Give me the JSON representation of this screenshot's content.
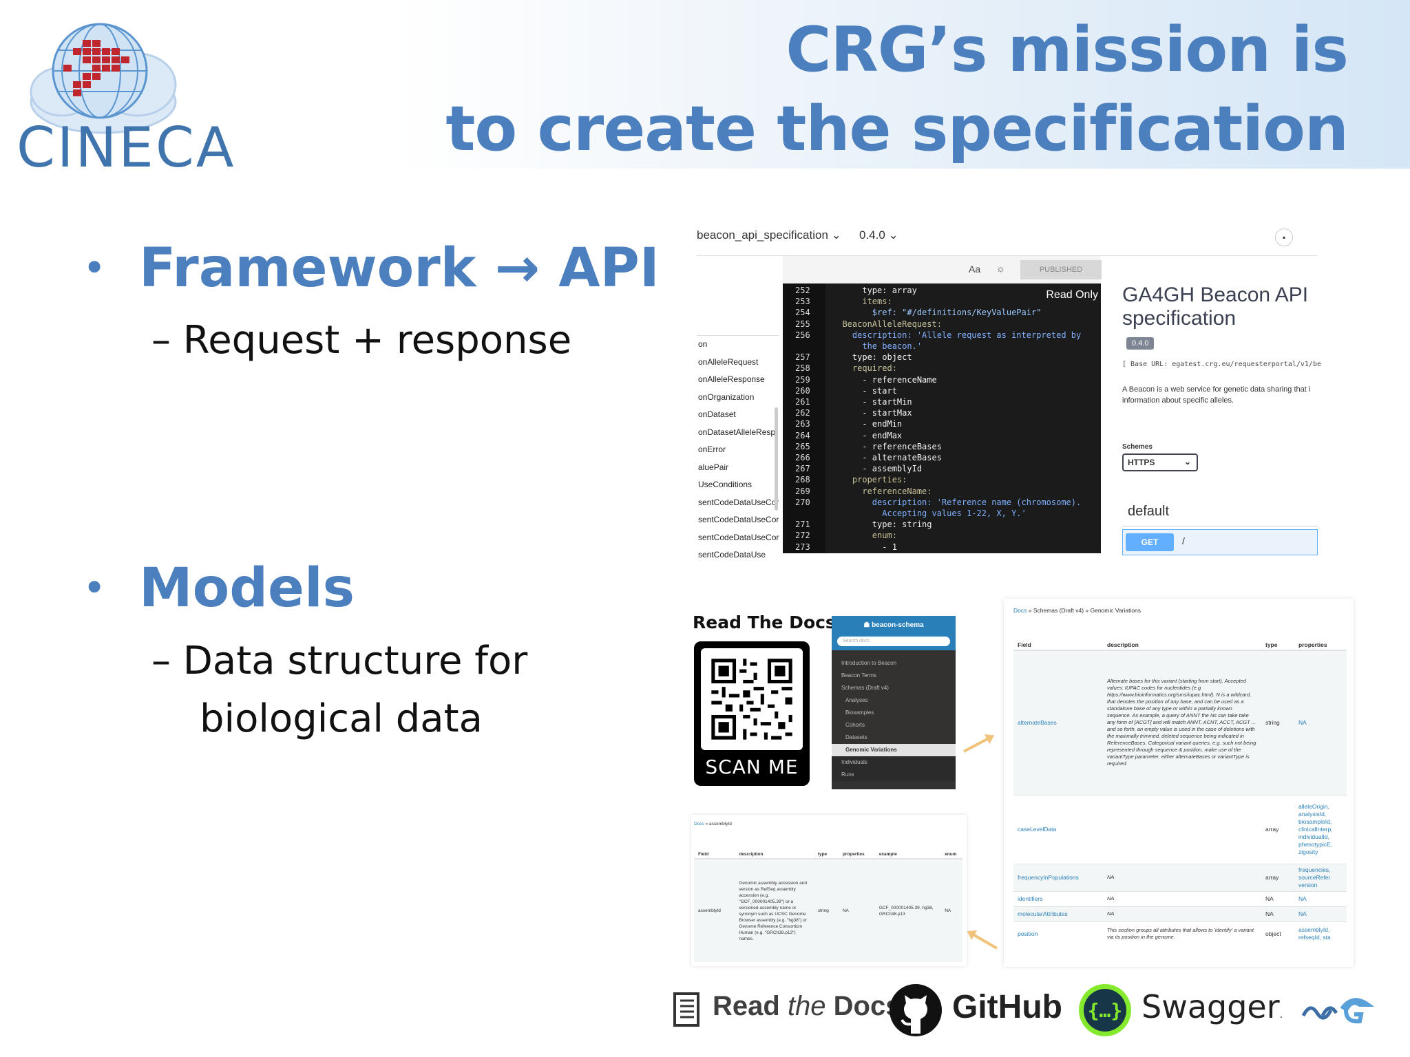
{
  "header": {
    "logo_text": "CINECA",
    "title_line_1": "CRG’s mission is",
    "title_line_2": "to create the specification"
  },
  "bullets": [
    {
      "main": "Framework → API",
      "sub": [
        "– Request + response"
      ]
    },
    {
      "main": "Models",
      "sub": [
        "– Data structure for",
        "biological data"
      ]
    }
  ],
  "swagger": {
    "spec_name": "beacon_api_specification ⌄",
    "version_select": "0.4.0 ⌄",
    "toolbar_font": "Aa",
    "toolbar_theme": "☼",
    "status": "PUBLISHED",
    "read_only": "Read Only",
    "left_list": [
      "on",
      "onAlleleRequest",
      "onAlleleResponse",
      "onOrganization",
      "onDataset",
      "onDatasetAlleleResp",
      "onError",
      "aluePair",
      "UseConditions",
      "sentCodeDataUseCor",
      "sentCodeDataUseCor",
      "sentCodeDataUseCor",
      "sentCodeDataUse"
    ],
    "code_lines": [
      {
        "n": "252",
        "t": "      type: array"
      },
      {
        "n": "253",
        "t": "      items:"
      },
      {
        "n": "254",
        "t": "        $ref: \"#/definitions/KeyValuePair\""
      },
      {
        "n": "255",
        "t": "  BeaconAlleleRequest:"
      },
      {
        "n": "256",
        "t": "    description: 'Allele request as interpreted by"
      },
      {
        "n": "",
        "t": "      the beacon.'"
      },
      {
        "n": "257",
        "t": "    type: object"
      },
      {
        "n": "258",
        "t": "    required:"
      },
      {
        "n": "259",
        "t": "      - referenceName"
      },
      {
        "n": "260",
        "t": "      - start"
      },
      {
        "n": "261",
        "t": "      - startMin"
      },
      {
        "n": "262",
        "t": "      - startMax"
      },
      {
        "n": "263",
        "t": "      - endMin"
      },
      {
        "n": "264",
        "t": "      - endMax"
      },
      {
        "n": "265",
        "t": "      - referenceBases"
      },
      {
        "n": "266",
        "t": "      - alternateBases"
      },
      {
        "n": "267",
        "t": "      - assemblyId"
      },
      {
        "n": "268",
        "t": "    properties:"
      },
      {
        "n": "269",
        "t": "      referenceName:"
      },
      {
        "n": "270",
        "t": "        description: 'Reference name (chromosome)."
      },
      {
        "n": "",
        "t": "          Accepting values 1-22, X, Y.'"
      },
      {
        "n": "271",
        "t": "        type: string"
      },
      {
        "n": "272",
        "t": "        enum:"
      },
      {
        "n": "273",
        "t": "          - 1"
      }
    ],
    "api_title": [
      "GA4GH Beacon API",
      "specification"
    ],
    "api_version": "0.4.0",
    "base_url": "[ Base URL: egatest.crg.eu/requesterportal/v1/be",
    "description": "A Beacon is a web service for genetic data sharing that i information about specific alleles.",
    "schemes_label": "Schemes",
    "schemes_value": "HTTPS",
    "section": "default",
    "method": "GET",
    "path": "/"
  },
  "read_the_docs": {
    "label": "Read The Docs",
    "scan": "SCAN ME",
    "project": "☗ beacon-schema",
    "search_placeholder": "Search docs",
    "nav": [
      "Introduction to Beacon",
      "Beacon Terms",
      "Schemas (Draft v4)",
      "Analyses",
      "Biosamples",
      "Cohorts",
      "Datasets",
      "Genomic Variations",
      "Individuals",
      "Runs"
    ]
  },
  "schema_table": {
    "crumb_link": "Docs",
    "crumb_rest": " » Schemas (Draft v4) » Genomic Variations",
    "headers": [
      "Field",
      "description",
      "type",
      "properties"
    ],
    "rows": [
      {
        "field": "alternateBases",
        "desc": "Alternate bases for this variant (starting from start). Accepted values: IUPAC codes for nucleotides (e.g. https://www.bioinformatics.org/sms/iupac.html). N is a wildcard, that denotes the position of any base, and can be used as a standalone base of any type or within a partially known sequence. As example, a query of ANNT the Ns can take take any form of [ACGT] and will match ANNT, ACNT, ACCT, ACGT ... and so forth. an empty value is used in the case of deletions with the maximally trimmed, deleted sequence being indicated in ReferenceBases. Categorical variant queries, e.g. such not being represented through sequence & position, make use of the variantType parameter. either alternateBases or variantType is required.",
        "type": "string",
        "props": "NA"
      },
      {
        "field": "caseLevelData",
        "desc": "",
        "type": "array",
        "props": "alleleOrigin, analysisId, biosampleId, clinicalInterp, individualId, phenotypicE, zigosity"
      },
      {
        "field": "frequencyInPopulations",
        "desc": "NA",
        "type": "array",
        "props": "frequencies, sourceRefer version"
      },
      {
        "field": "identifiers",
        "desc": "NA",
        "type": "NA",
        "props": "NA"
      },
      {
        "field": "molecularAttributes",
        "desc": "NA",
        "type": "NA",
        "props": "NA"
      },
      {
        "field": "position",
        "desc": "This section groups all attributes that allows to 'identify' a variant via its position in the genome.",
        "type": "object",
        "props": "assemblyId, refseqId, sta"
      }
    ]
  },
  "assembly_table": {
    "crumb_link": "Docs",
    "crumb_rest": " » assemblyId",
    "headers": [
      "Field",
      "description",
      "type",
      "properties",
      "example",
      "enum"
    ],
    "row": {
      "field": "assemblyId",
      "desc": "Genomic assembly accession and version as RefSeq assembly accession (e.g. \"GCF_000001405.39\") or a versioned assembly name or synonym such as UCSC Genome Browser assembly (e.g. \"hg38\") or Genome Reference Consortium Human (e.g. \"GRCh38.p13\") names.",
      "type": "string",
      "props": "NA",
      "example": "GCF_000001405.39, hg38, GRCh38.p13",
      "enum": "NA"
    }
  },
  "footer_logos": {
    "rtd_1": "Read ",
    "rtd_2": "the",
    "rtd_3": " Docs",
    "github": "GitHub",
    "swagger": "Swagger",
    "swagger_tm": ".",
    "swagger_icon_text": "{…}"
  },
  "colors": {
    "accent": "#4b7fbd",
    "get": "#61affe",
    "rtd_blue": "#2980b9",
    "swagger_green": "#85ea2d"
  }
}
